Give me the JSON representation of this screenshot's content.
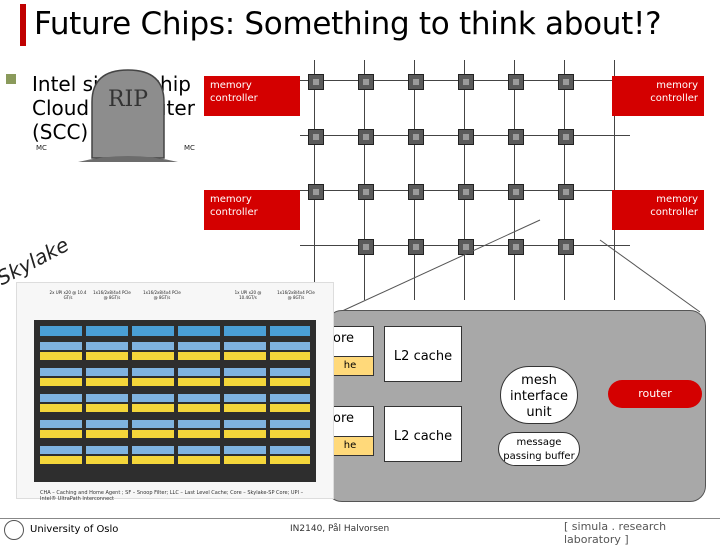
{
  "slide": {
    "title": "Future Chips: Something to think about!?",
    "bullet": "Intel single-chip Cloud Computer (SCC)"
  },
  "tombstone": {
    "text": "RIP"
  },
  "chip_labels": {
    "left": "MC",
    "right": "MC"
  },
  "memory_controllers": [
    {
      "label": "memory controller"
    },
    {
      "label": "memory controller"
    },
    {
      "label": "memory controller"
    },
    {
      "label": "memory controller"
    }
  ],
  "tile": {
    "core_top": "ore",
    "core_top_l1": "he",
    "core_bottom": "ore",
    "core_bottom_l1": "he",
    "l2_top": "L2 cache",
    "l2_bottom": "L2 cache",
    "mesh_unit": "mesh interface unit",
    "message_buffer": "message passing buffer",
    "router": "router"
  },
  "skylake": {
    "label": "Skylake",
    "top_labels": [
      "2x UPI x20 @ 10.4 GT/s",
      "1x16/2x8/4x4 PCIe @ 8GT/s",
      "1x16/2x8/4x4 PCIe @ 8GT/s",
      "1x UPI x20 @ 10.4GT/s",
      "1x16/2x8/4x4 PCIe @ 8GT/s"
    ],
    "caption": "CHA – Caching and Home Agent ; SF – Snoop Filter; LLC – Last Level Cache; Core – Skylake-SP Core; UPI – Intel® UltraPath Interconnect"
  },
  "footer": {
    "university": "University of Oslo",
    "course": "IN2140,  Pål Halvorsen",
    "brand": "[ simula . research laboratory ]"
  },
  "colors": {
    "accent": "#c00000",
    "controller": "#d40000",
    "l1": "#ffd97a"
  }
}
